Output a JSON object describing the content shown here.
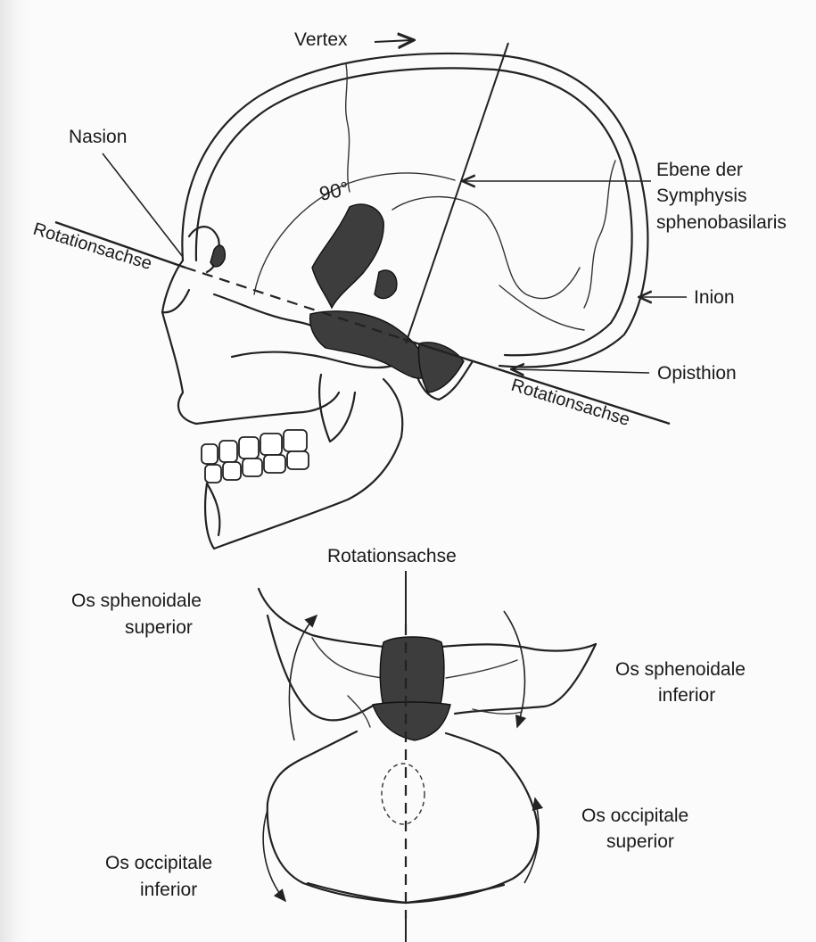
{
  "labels": {
    "vertex": "Vertex",
    "nasion": "Nasion",
    "angle": "90°",
    "plane_line1": "Ebene der",
    "plane_line2": "Symphysis",
    "plane_line3": "sphenobasilaris",
    "inion": "Inion",
    "opisthion": "Opisthion",
    "axis_left": "Rotationsachse",
    "axis_right": "Rotationsachse",
    "axis_bottom": "Rotationsachse",
    "sphenoid_sup_line1": "Os sphenoidale",
    "sphenoid_sup_line2": "superior",
    "sphenoid_inf_line1": "Os sphenoidale",
    "sphenoid_inf_line2": "inferior",
    "occipital_sup_line1": "Os occipitale",
    "occipital_sup_line2": "superior",
    "occipital_inf_line1": "Os occipitale",
    "occipital_inf_line2": "inferior"
  }
}
